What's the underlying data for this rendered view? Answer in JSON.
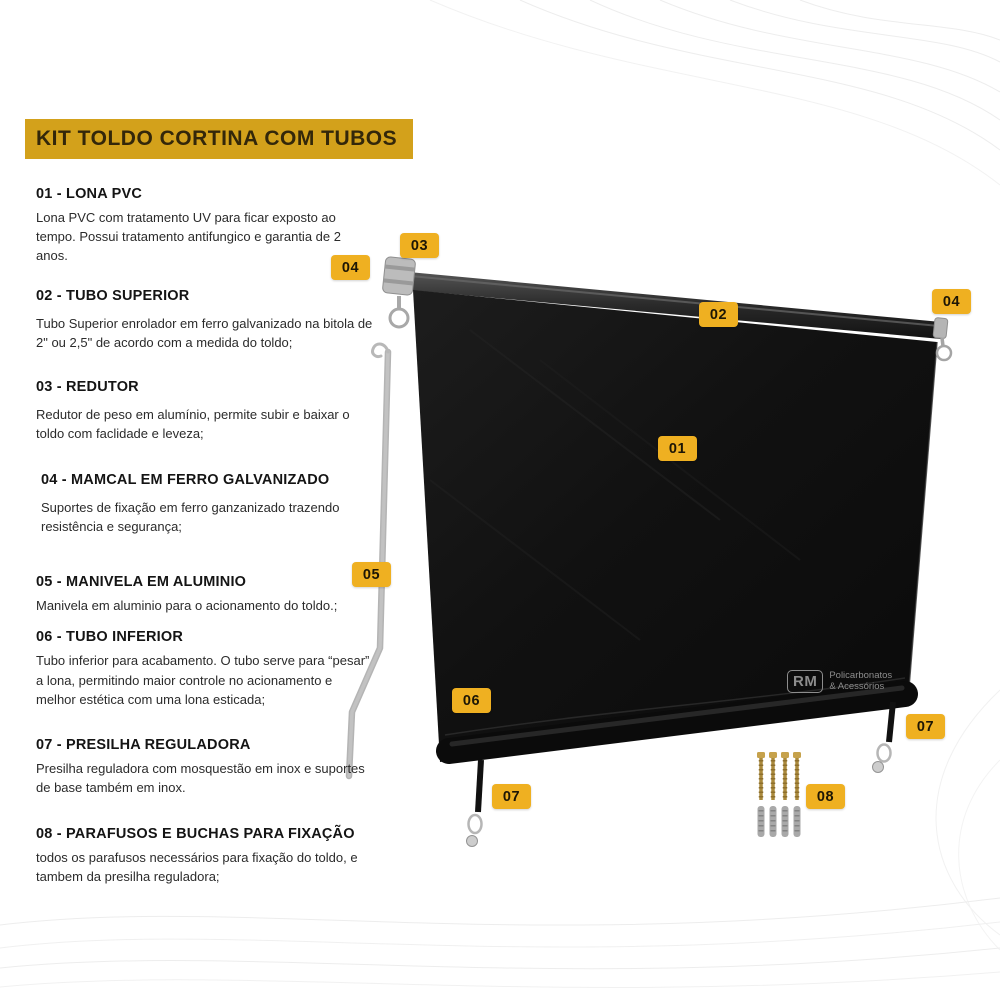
{
  "title": "KIT TOLDO CORTINA COM TUBOS",
  "sections": [
    {
      "heading": "01 - LONA PVC",
      "body": "Lona PVC com tratamento UV para ficar exposto ao tempo. Possui tratamento antifungico e garantia de 2 anos."
    },
    {
      "heading": "02 - TUBO SUPERIOR",
      "body": "Tubo Superior enrolador em ferro galvanizado na bitola de 2\" ou 2,5\" de acordo com a medida do toldo;"
    },
    {
      "heading": "03 - REDUTOR",
      "body": "Redutor de peso em alumínio, permite subir e baixar o toldo com faclidade e leveza;"
    },
    {
      "heading": "04 - MAMCAL  EM FERRO GALVANIZADO",
      "body": "Suportes de fixação em ferro ganzanizado trazendo resistência e segurança;"
    },
    {
      "heading": "05 - MANIVELA EM ALUMINIO",
      "body": "Manivela em aluminio para o acionamento do toldo.;"
    },
    {
      "heading": "06 - TUBO INFERIOR",
      "body": "Tubo inferior para acabamento. O tubo serve para “pesar” a lona, permitindo maior controle no acionamento e melhor estética com uma lona esticada;"
    },
    {
      "heading": "07 - PRESILHA REGULADORA",
      "body": "Presilha reguladora com mosquestão em inox e suportes de base também em inox."
    },
    {
      "heading": "08 - PARAFUSOS E BUCHAS PARA FIXAÇÃO",
      "body": "todos os parafusos necessários para fixação do toldo, e tambem da presilha reguladora;"
    }
  ],
  "badges": {
    "b01": "01",
    "b02": "02",
    "b03": "03",
    "b04_left": "04",
    "b04_right": "04",
    "b05": "05",
    "b06": "06",
    "b07_left": "07",
    "b07_right": "07",
    "b08": "08"
  },
  "watermark": {
    "initials": "RM",
    "line1": "Policarbonatos",
    "line2": "& Acessórios"
  },
  "colors": {
    "banner_bg": "#D3A11B",
    "badge_bg": "#EFB021",
    "banner_text": "#33270A",
    "tarp": "#111111"
  }
}
